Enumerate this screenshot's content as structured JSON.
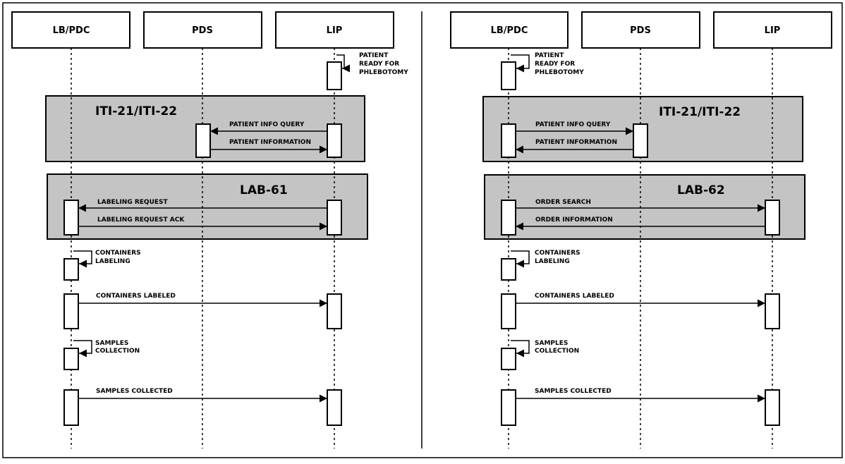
{
  "left": {
    "actors": [
      "LB/PDC",
      "PDS",
      "LIP"
    ],
    "notes": {
      "ready": [
        "PATIENT",
        "READY FOR",
        "PHLEBOTOMY"
      ],
      "labeling": [
        "CONTAINERS",
        "LABELING"
      ],
      "collection": [
        "SAMPLES",
        "COLLECTION"
      ]
    },
    "frames": [
      "ITI-21/ITI-22",
      "LAB-61"
    ],
    "messages": {
      "query": "PATIENT INFO QUERY",
      "info": "PATIENT INFORMATION",
      "req": "LABELING REQUEST",
      "ack": "LABELING REQUEST ACK",
      "labeled": "CONTAINERS LABELED",
      "collected": "SAMPLES COLLECTED"
    }
  },
  "right": {
    "actors": [
      "LB/PDC",
      "PDS",
      "LIP"
    ],
    "notes": {
      "ready": [
        "PATIENT",
        "READY FOR",
        "PHLEBOTOMY"
      ],
      "labeling": [
        "CONTAINERS",
        "LABELING"
      ],
      "collection": [
        "SAMPLES",
        "COLLECTION"
      ]
    },
    "frames": [
      "ITI-21/ITI-22",
      "LAB-62"
    ],
    "messages": {
      "query": "PATIENT INFO QUERY",
      "info": "PATIENT INFORMATION",
      "search": "ORDER SEARCH",
      "orderinfo": "ORDER INFORMATION",
      "labeled": "CONTAINERS LABELED",
      "collected": "SAMPLES COLLECTED"
    }
  },
  "colors": {
    "frame_fill": "#c4c4c4",
    "line": "#000000",
    "background": "#ffffff"
  }
}
